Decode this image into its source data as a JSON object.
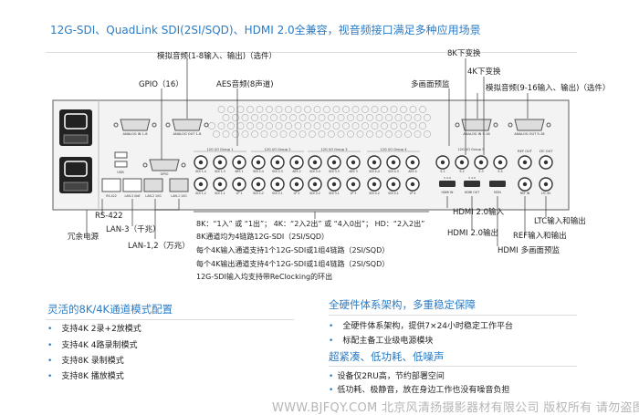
{
  "title": "12G-SDI、QuadLink SDI(2SI/SQD)、HDMI 2.0全兼容，视音频接口满足多种应用场景",
  "callouts": {
    "analog_1_8": "模拟音频(1-8输入、输出)（选件）",
    "gpio": "GPIO（16）",
    "aes": "AES音频(8声道)",
    "down_8k": "8K下变换",
    "down_4k": "4K下变换",
    "multiview": "多画面预监",
    "analog_9_16": "模拟音频(9-16输入、输出)（选件）",
    "rs422": "RS-422",
    "lan3": "LAN-3（千兆）",
    "redundant_power": "冗余电源",
    "lan12": "LAN-1,2（万兆）",
    "hdmi_in": "HDMI 2.0输入",
    "hdmi_out": "HDMI 2.0输出",
    "hdmi_mv": "HDMI 多画面预监",
    "ref": "REF输入和输出",
    "ltc": "LTC输入和输出"
  },
  "notes": [
    "8K：“1入” 或 “1出”； 4K：“2入2出” 或 “4入0出”； HD：“2入2出”",
    "8K通道均为4链路12G-SDI（2SI/SQD）",
    "每个4K输入通道支持1个12G-SDI或1组4链路（2SI/SQD）",
    "每个4K输出通道支持4个12G-SDI或1组4链路（2SI/SQD）",
    "12G-SDI输入均支持带ReClocking的环出"
  ],
  "panel": {
    "analog_in": "ANALOG IN 1-8",
    "analog_out": "ANALOG OUT 1-8",
    "analog_in2": "ANALOG IN 9-16",
    "analog_out2": "ANALOG OUT 9-16",
    "usb": "USB",
    "gpio": "GPIO",
    "rs422": "RS-422",
    "lan3": "LAN-3 GbE",
    "lan2": "LAN-2 10G",
    "lan1": "LAN-1 10G",
    "groups": [
      "12G I/O Group 1",
      "12G I/O Group 2",
      "12G I/O Group 3",
      "12G I/O Group 4",
      "12G I/O Group 5"
    ],
    "hdmi_in": "HDMI IN",
    "hdmi_out": "HDMI OUT",
    "mon": "MON",
    "v20": "V 2.0",
    "ref_out": "REF OUT",
    "ref_in": "REF IN",
    "ltc_out": "LTC OUT",
    "ltc_in": "LTC IN"
  },
  "section_left": {
    "heading": "灵活的8K/4K通道模式配置",
    "items": [
      "支持4K 2录+2放模式",
      "支持4K 4路录制模式",
      "支持8K 录制模式",
      "支持8K 播放模式"
    ]
  },
  "section_right": {
    "heading": "全硬件体系架构，多重稳定保障",
    "items": [
      "全硬件体系架构，提供7×24小时稳定工作平台",
      "标配主备工业级电源模块"
    ]
  },
  "section_right2": {
    "heading": "超紧凑、低功耗、低噪声",
    "items": [
      "设备仅2RU高，节约部署空间",
      "低功耗、极静音，放在身边工作也没有噪音负担"
    ]
  },
  "watermark": "WWW.BJFQY.COM 北京风清扬摄影器材有限公司 版权所有 请勿盗图"
}
